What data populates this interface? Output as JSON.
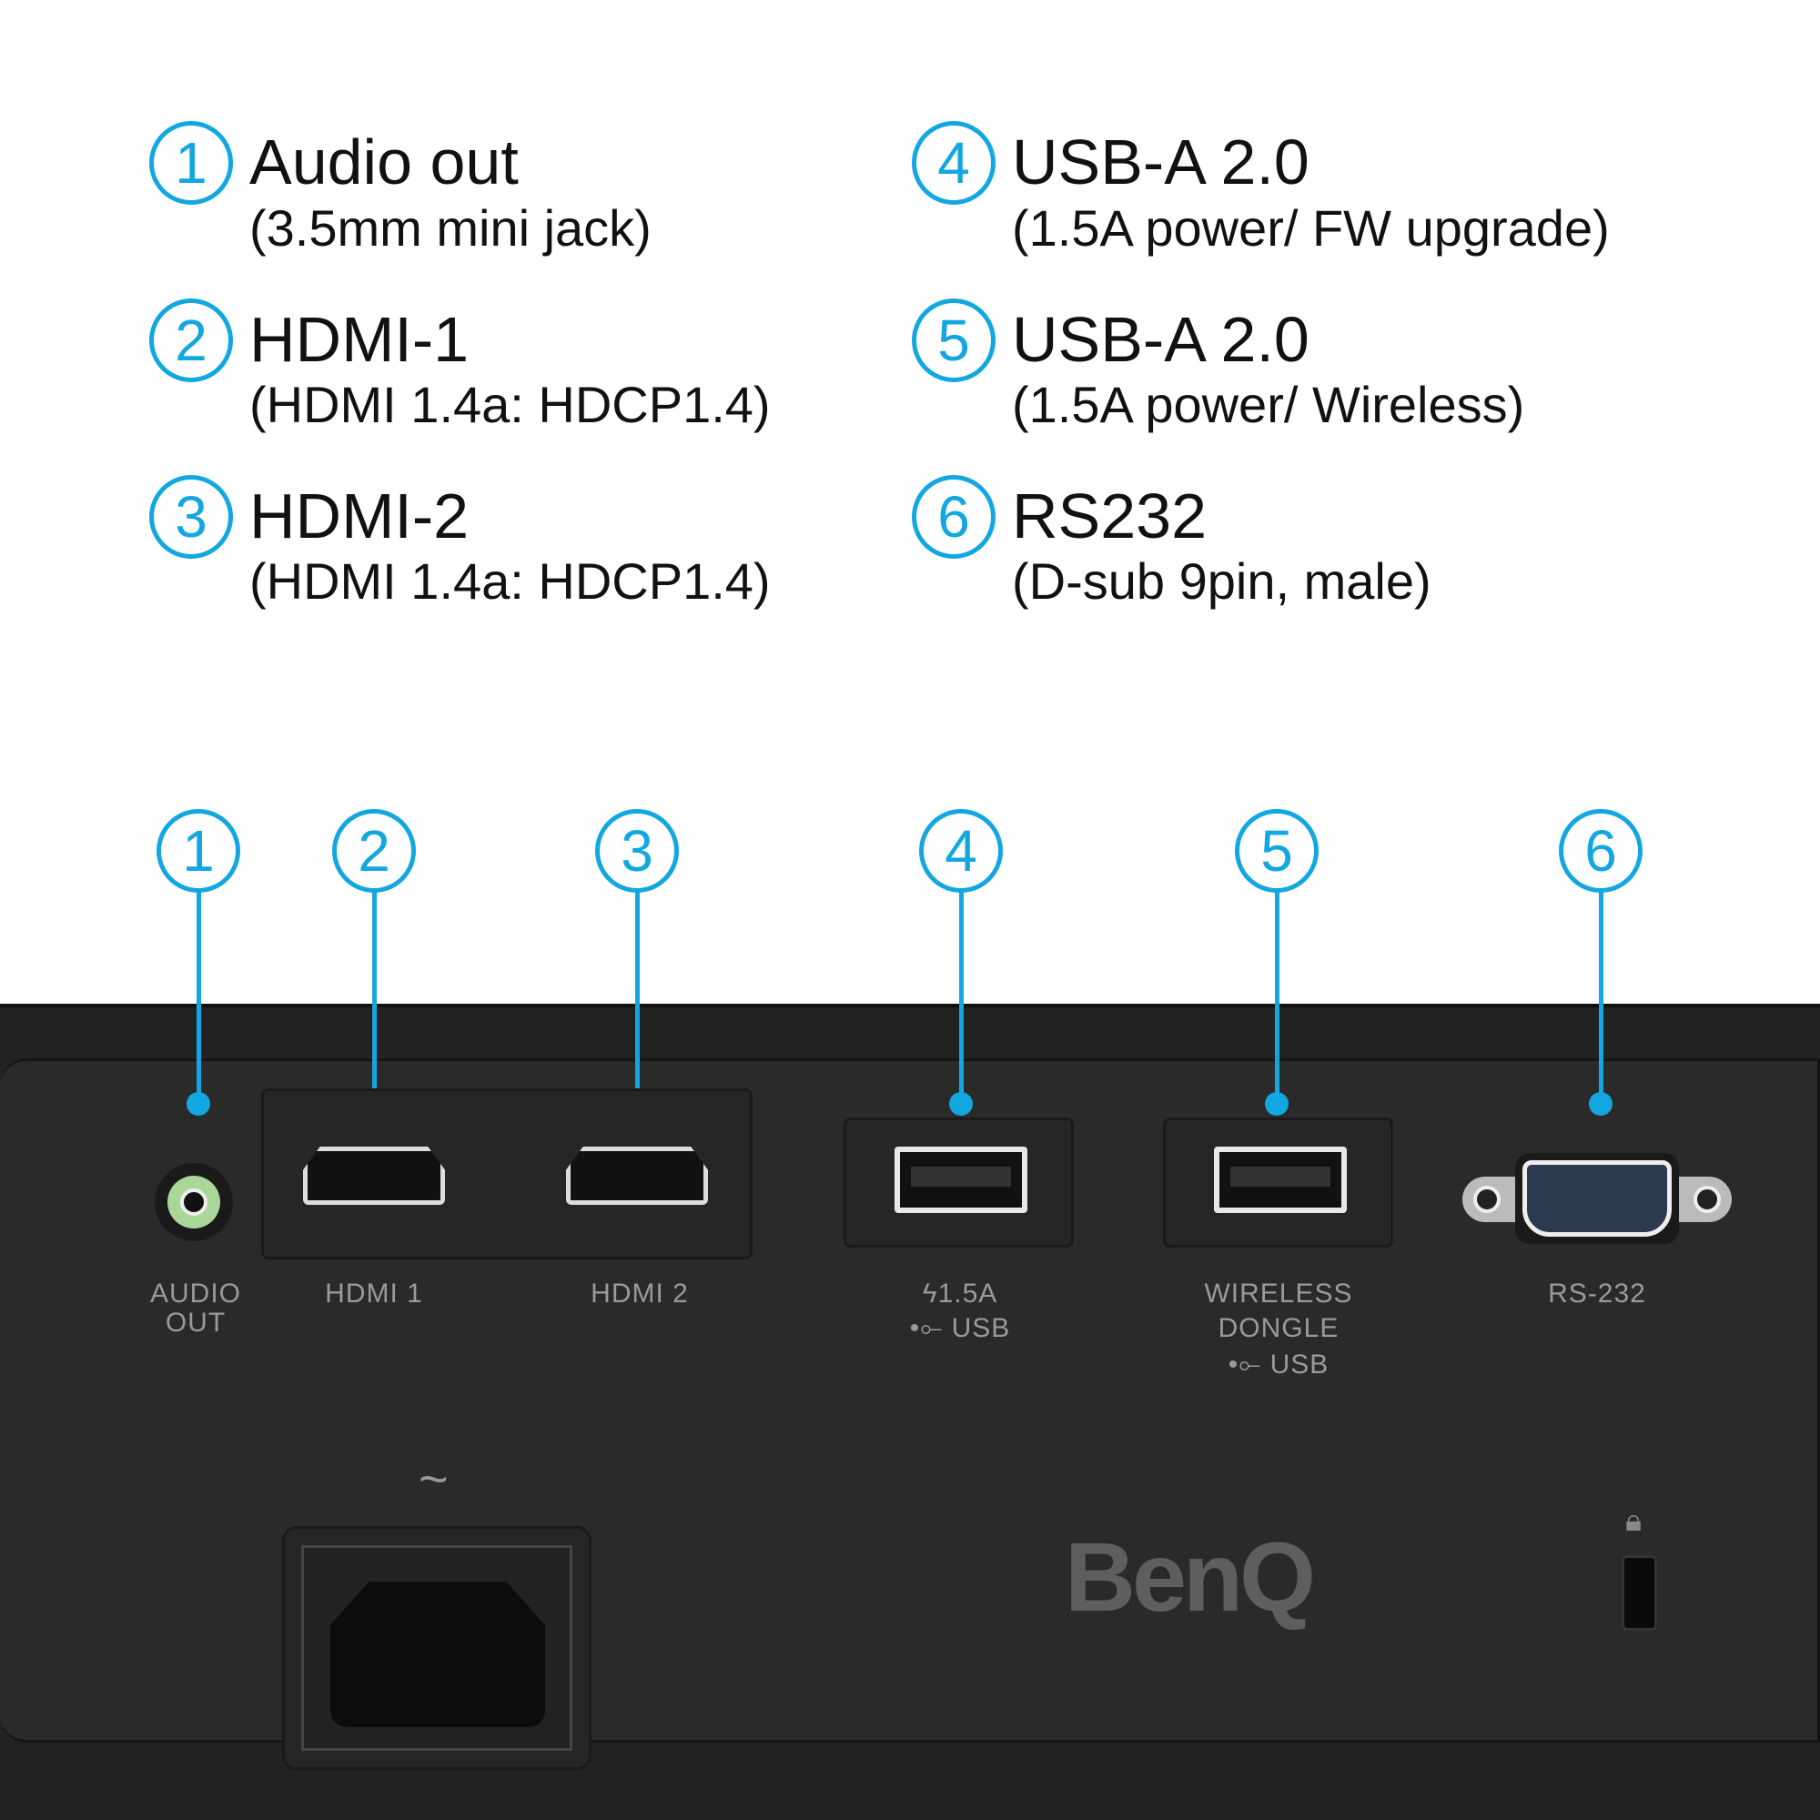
{
  "items": [
    {
      "num": "1",
      "title": "Audio out",
      "sub": "(3.5mm mini jack)"
    },
    {
      "num": "2",
      "title": "HDMI-1",
      "sub": "(HDMI 1.4a: HDCP1.4)"
    },
    {
      "num": "3",
      "title": "HDMI-2",
      "sub": "(HDMI 1.4a: HDCP1.4)"
    },
    {
      "num": "4",
      "title": "USB-A 2.0",
      "sub": "(1.5A power/ FW upgrade)"
    },
    {
      "num": "5",
      "title": "USB-A 2.0",
      "sub": "(1.5A power/ Wireless)"
    },
    {
      "num": "6",
      "title": "RS232",
      "sub": "(D-sub 9pin, male)"
    }
  ],
  "labels": {
    "audio1": "AUDIO",
    "audio2": "OUT",
    "hdmi1": "HDMI 1",
    "hdmi2": "HDMI 2",
    "usb4a": "1.5A",
    "usb4b": "USB",
    "wl1": "WIRELESS",
    "wl2": "DONGLE",
    "wl3": "USB",
    "rs": "RS-232",
    "ac": "~"
  },
  "brand": "BenQ",
  "accent": "#12a7e0"
}
